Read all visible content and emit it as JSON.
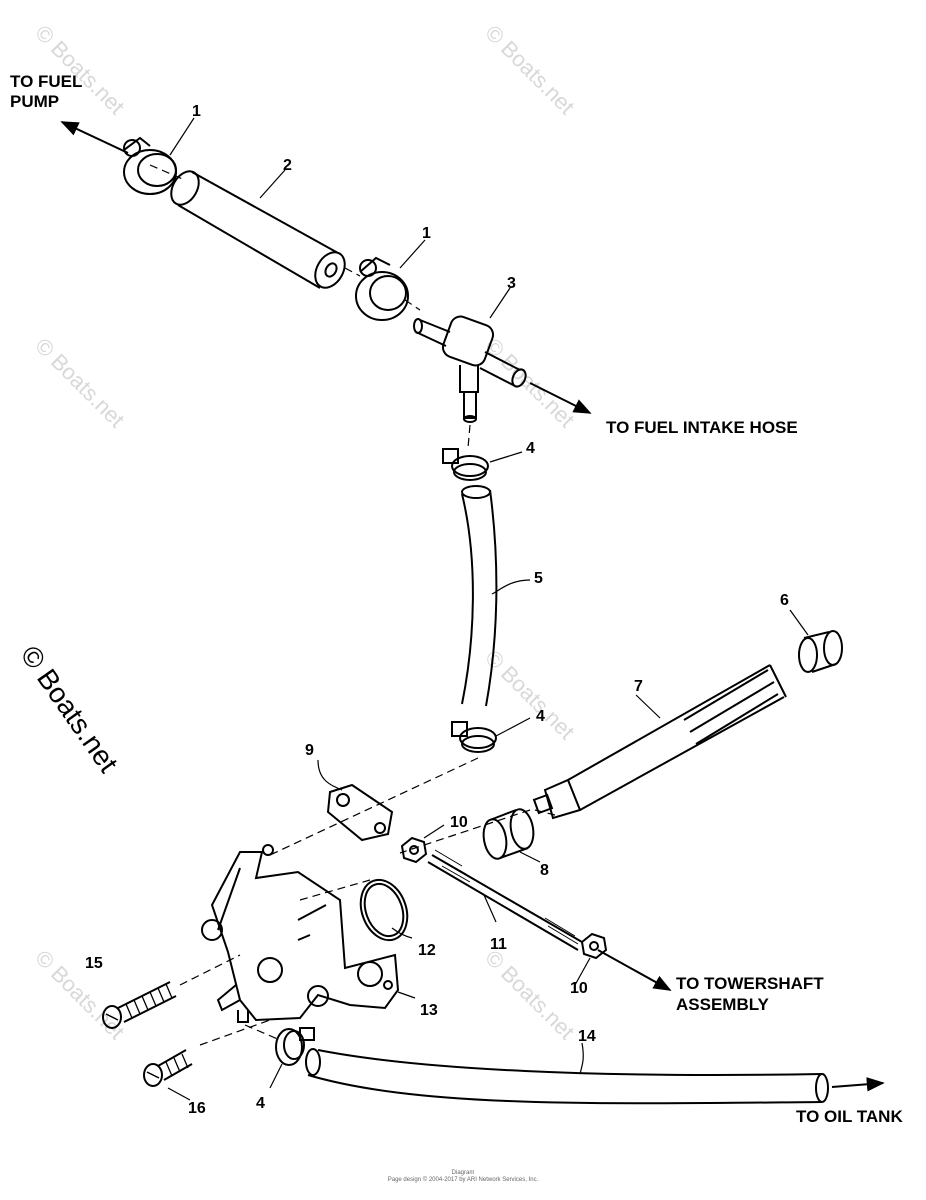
{
  "watermark": "© Boats.net",
  "labels": {
    "fuel_pump_line1": "TO FUEL",
    "fuel_pump_line2": "PUMP",
    "fuel_intake": "TO FUEL INTAKE HOSE",
    "towershaft_line1": "TO TOWERSHAFT",
    "towershaft_line2": "ASSEMBLY",
    "oil_tank": "TO OIL TANK"
  },
  "callouts": {
    "c1a": "1",
    "c1b": "1",
    "c2": "2",
    "c3": "3",
    "c4a": "4",
    "c4b": "4",
    "c4c": "4",
    "c5": "5",
    "c6": "6",
    "c7": "7",
    "c8": "8",
    "c9": "9",
    "c10a": "10",
    "c10b": "10",
    "c11": "11",
    "c12": "12",
    "c13": "13",
    "c14": "14",
    "c15": "15",
    "c16": "16"
  },
  "footer": {
    "line1": "Diagram",
    "line2": "Page design © 2004-2017 by ARI Network Services, Inc."
  }
}
